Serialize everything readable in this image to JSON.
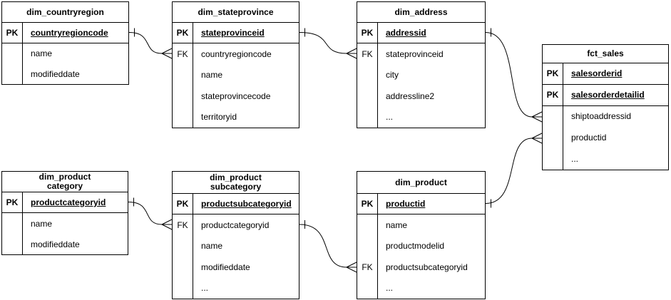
{
  "diagram": {
    "background_color": "#ffffff",
    "line_color": "#000000",
    "text_color": "#000000",
    "tables": [
      {
        "id": "dim_countryregion",
        "title": "dim_countryregion",
        "columns": [
          {
            "key": "PK",
            "name": "countryregioncode"
          },
          {
            "key": "",
            "name": "name"
          },
          {
            "key": "",
            "name": "modifieddate"
          }
        ]
      },
      {
        "id": "dim_stateprovince",
        "title": "dim_stateprovince",
        "columns": [
          {
            "key": "PK",
            "name": "stateprovinceid"
          },
          {
            "key": "FK",
            "name": "countryregioncode"
          },
          {
            "key": "",
            "name": "name"
          },
          {
            "key": "",
            "name": "stateprovincecode"
          },
          {
            "key": "",
            "name": "territoryid"
          }
        ]
      },
      {
        "id": "dim_address",
        "title": "dim_address",
        "columns": [
          {
            "key": "PK",
            "name": "addressid"
          },
          {
            "key": "FK",
            "name": "stateprovinceid"
          },
          {
            "key": "",
            "name": "city"
          },
          {
            "key": "",
            "name": "addressline2"
          },
          {
            "key": "",
            "name": "..."
          }
        ]
      },
      {
        "id": "fct_sales",
        "title": "fct_sales",
        "columns": [
          {
            "key": "PK",
            "name": "salesorderid"
          },
          {
            "key": "PK",
            "name": "salesorderdetailid"
          },
          {
            "key": "",
            "name": "shiptoaddressid"
          },
          {
            "key": "",
            "name": "productid"
          },
          {
            "key": "",
            "name": "..."
          }
        ]
      },
      {
        "id": "dim_productcategory",
        "title": "dim_product\ncategory",
        "columns": [
          {
            "key": "PK",
            "name": "productcategoryid"
          },
          {
            "key": "",
            "name": "name"
          },
          {
            "key": "",
            "name": "modifieddate"
          }
        ]
      },
      {
        "id": "dim_productsubcategory",
        "title": "dim_product\nsubcategory",
        "columns": [
          {
            "key": "PK",
            "name": "productsubcategoryid"
          },
          {
            "key": "FK",
            "name": "productcategoryid"
          },
          {
            "key": "",
            "name": "name"
          },
          {
            "key": "",
            "name": "modifieddate"
          },
          {
            "key": "",
            "name": "..."
          }
        ]
      },
      {
        "id": "dim_product",
        "title": "dim_product",
        "columns": [
          {
            "key": "PK",
            "name": "productid"
          },
          {
            "key": "",
            "name": "name"
          },
          {
            "key": "",
            "name": "productmodelid"
          },
          {
            "key": "FK",
            "name": "productsubcategoryid"
          },
          {
            "key": "",
            "name": "..."
          }
        ]
      }
    ],
    "relationships": [
      {
        "id": "countryregion-stateprovince",
        "from": "dim_countryregion.countryregioncode",
        "to": "dim_stateprovince.countryregioncode",
        "type": "one-to-many"
      },
      {
        "id": "stateprovince-address",
        "from": "dim_stateprovince.stateprovinceid",
        "to": "dim_address.stateprovinceid",
        "type": "one-to-many"
      },
      {
        "id": "address-sales",
        "from": "dim_address.addressid",
        "to": "fct_sales.shiptoaddressid",
        "type": "one-to-many"
      },
      {
        "id": "category-subcategory",
        "from": "dim_productcategory.productcategoryid",
        "to": "dim_productsubcategory.productcategoryid",
        "type": "one-to-many"
      },
      {
        "id": "subcategory-product",
        "from": "dim_productsubcategory.productsubcategoryid",
        "to": "dim_product.productsubcategoryid",
        "type": "one-to-many"
      },
      {
        "id": "product-sales",
        "from": "dim_product.productid",
        "to": "fct_sales.productid",
        "type": "one-to-many"
      }
    ]
  }
}
